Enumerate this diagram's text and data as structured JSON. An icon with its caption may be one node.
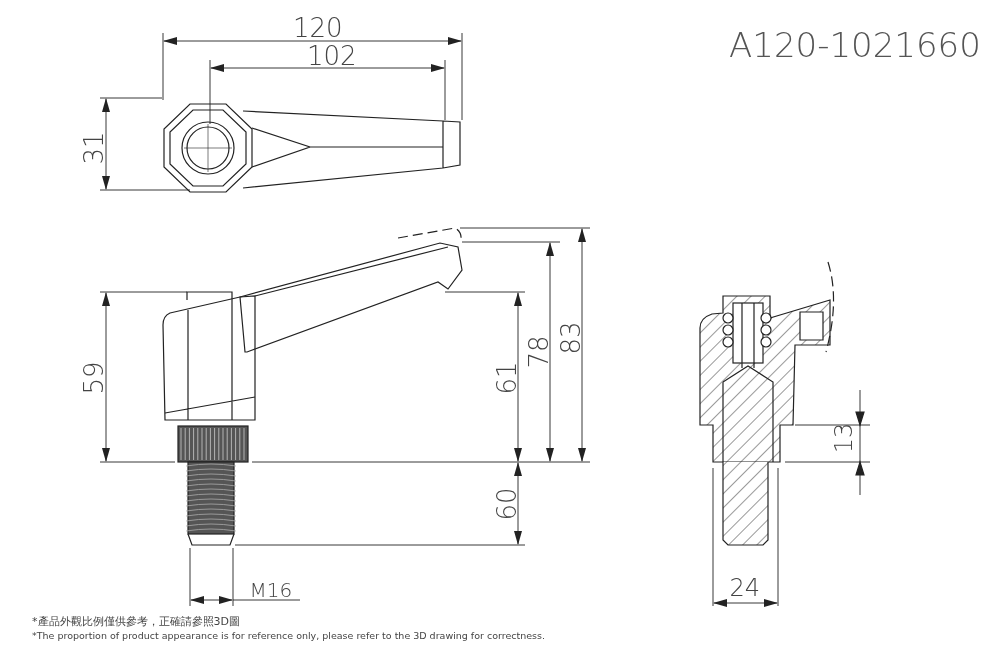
{
  "diagram": {
    "title": "A120-1021660",
    "labels": [
      "120",
      "102",
      "31",
      "59",
      "78",
      "83",
      "61",
      "60",
      "13",
      "M16",
      "24",
      "*產品外觀比例僅供參考，正確請參照3D圖",
      "*The proportion of product appearance is for reference only, please refer to the 3D drawing for correctness."
    ]
  }
}
